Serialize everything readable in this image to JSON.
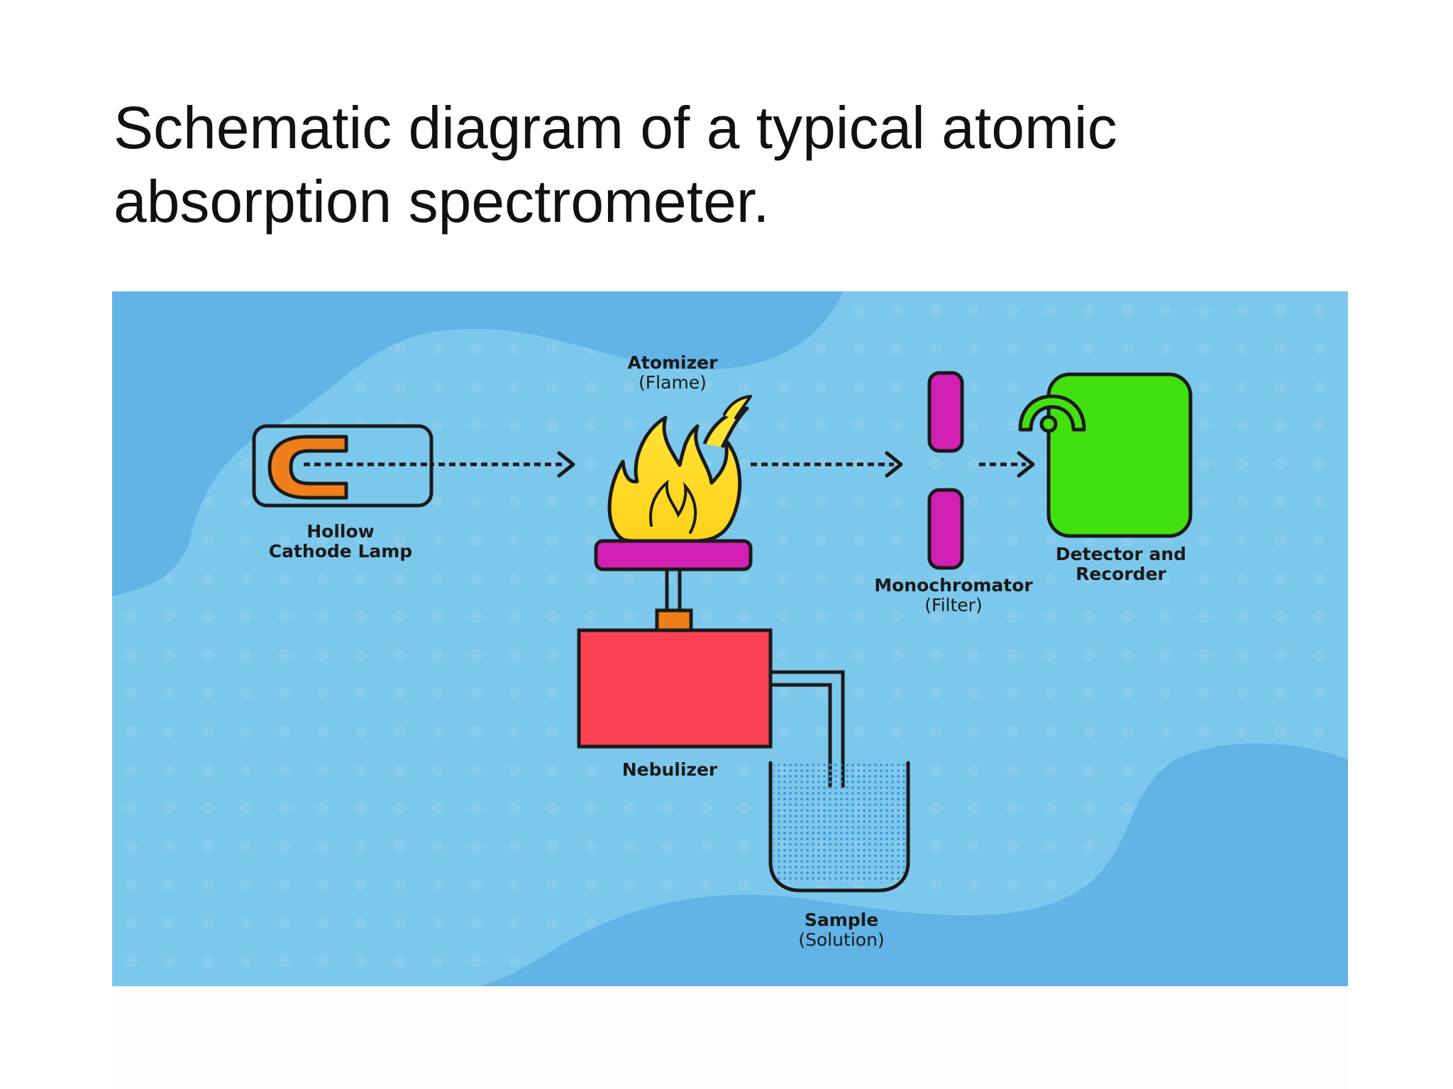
{
  "slide": {
    "title_line1": "Schematic diagram of a typical atomic",
    "title_line2": "absorption spectrometer."
  },
  "diagram": {
    "components": {
      "lamp": {
        "label_line1": "Hollow",
        "label_line2": "Cathode Lamp"
      },
      "atomizer": {
        "label_line1": "Atomizer",
        "label_line2": "(Flame)"
      },
      "monochromator": {
        "label_line1": "Monochromator",
        "label_line2": "(Filter)"
      },
      "detector": {
        "label_line1": "Detector and",
        "label_line2": "Recorder"
      },
      "nebulizer": {
        "label_line1": "Nebulizer"
      },
      "sample": {
        "label_line1": "Sample",
        "label_line2": "(Solution)"
      }
    },
    "colors": {
      "background": "#7cc8ec",
      "background_blob": "#62b3e6",
      "lamp_cathode": "#f07e1a",
      "flame_fill": "#ffe236",
      "burner": "#d21fb4",
      "monochromator": "#d21fb4",
      "detector": "#43e010",
      "nebulizer": "#fb4255",
      "connector": "#f07e1a",
      "outline": "#1a1a1a"
    }
  }
}
